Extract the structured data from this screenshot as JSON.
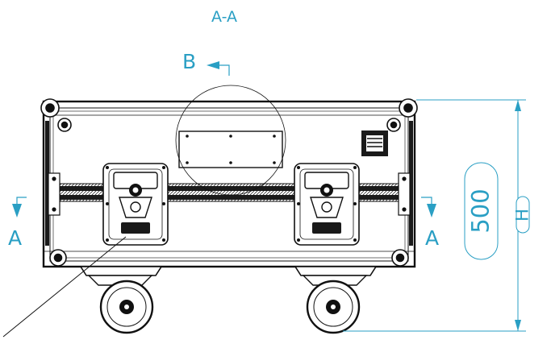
{
  "drawing": {
    "section_label": "A-A",
    "view_label": "B",
    "section_mark_left": "A",
    "section_mark_right": "A",
    "dimension_value": "500",
    "dimension_symbol": "H"
  },
  "colors": {
    "accent": "#2a9fc4",
    "line": "#111111",
    "band": "#1a1a1a"
  }
}
